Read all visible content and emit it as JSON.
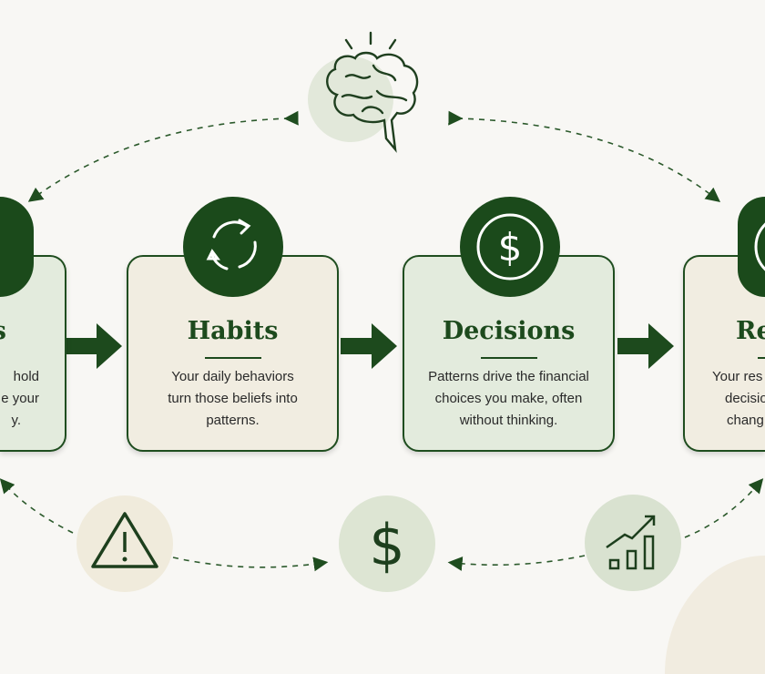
{
  "colors": {
    "dark_green": "#1b4a1b",
    "pale_green": "#e3ebdd",
    "beige": "#f1ede1",
    "background": "#f8f7f4"
  },
  "cards": [
    {
      "title": "s",
      "text_lines": [
        "hold",
        "e your",
        "y."
      ],
      "icon": "partial-circle-icon"
    },
    {
      "title": "Habits",
      "text_lines": [
        "Your daily behaviors",
        "turn those beliefs into",
        "patterns."
      ],
      "icon": "cycle-arrows-icon"
    },
    {
      "title": "Decisions",
      "text_lines": [
        "Patterns drive the financial",
        "choices you make, often",
        "without thinking."
      ],
      "icon": "dollar-circle-icon"
    },
    {
      "title": "Re",
      "text_lines": [
        "Your res",
        "decisio",
        "chang"
      ],
      "icon": "partial-circle-icon"
    }
  ],
  "top_icon": "brain-icon",
  "bottom_icons": [
    "warning-icon",
    "dollar-icon",
    "growth-chart-icon"
  ]
}
